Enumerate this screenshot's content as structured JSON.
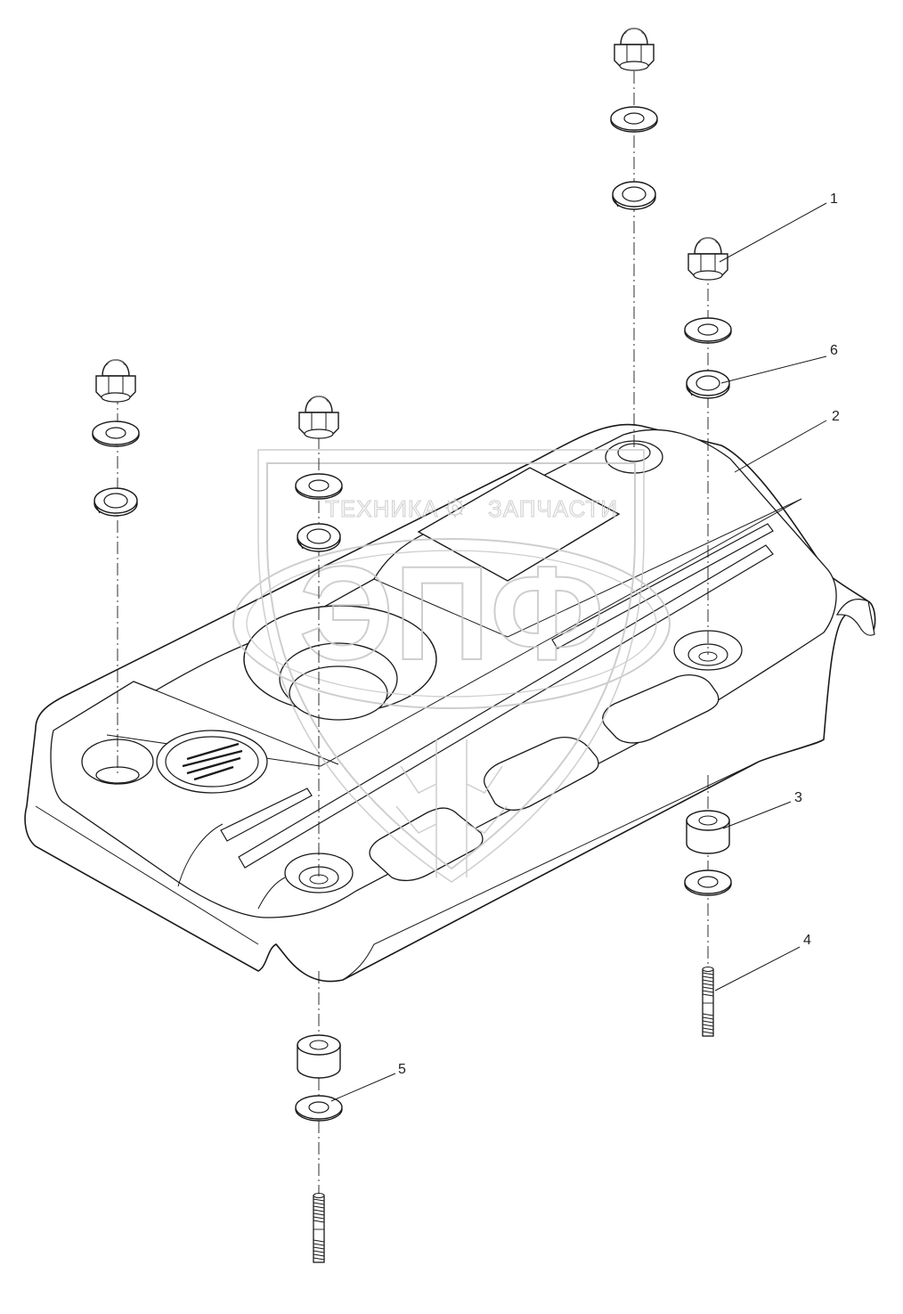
{
  "watermark": {
    "left_text": "ТЕХНИКА",
    "right_text": "ЗАПЧАСТИ",
    "logo_letters": "ЭПФ",
    "color": "#c9c9c9"
  },
  "callouts": [
    {
      "id": "1",
      "label": "1"
    },
    {
      "id": "2",
      "label": "2"
    },
    {
      "id": "3",
      "label": "3"
    },
    {
      "id": "4",
      "label": "4"
    },
    {
      "id": "5",
      "label": "5"
    },
    {
      "id": "6",
      "label": "6"
    }
  ],
  "colors": {
    "line": "#1a1a1a",
    "part_fill": "#ffffff",
    "shadow": "#d6d6d6"
  }
}
